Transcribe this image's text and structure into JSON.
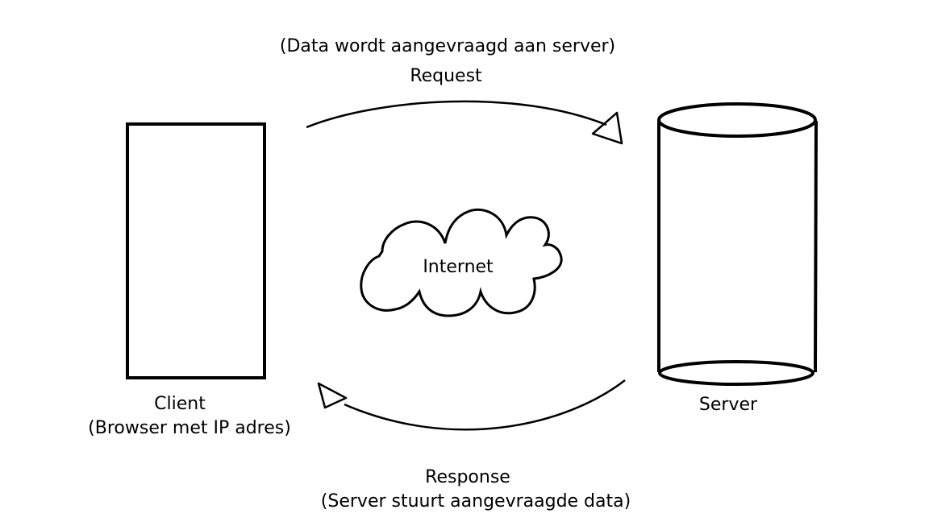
{
  "request": {
    "note": "(Data wordt aangevraagd aan server)",
    "label": "Request"
  },
  "cloud": {
    "label": "Internet"
  },
  "client": {
    "label": "Client",
    "sublabel": "(Browser met IP adres)"
  },
  "server": {
    "label": "Server"
  },
  "response": {
    "label": "Response",
    "note": "(Server stuurt aangevraagde data)"
  },
  "colors": {
    "stroke": "#000000",
    "background": "#ffffff"
  }
}
